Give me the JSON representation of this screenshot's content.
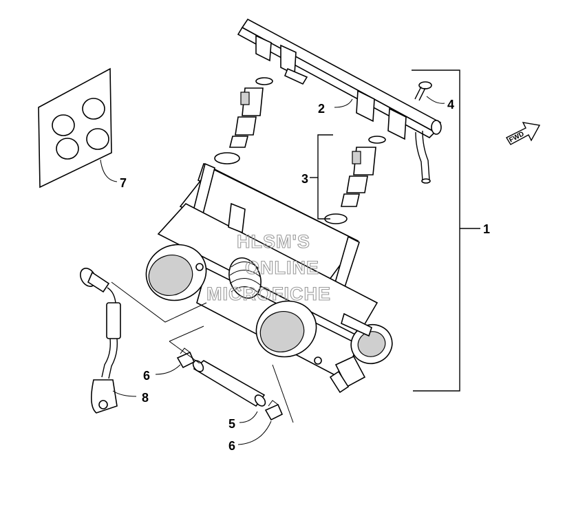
{
  "callouts": {
    "c1": "1",
    "c2": "2",
    "c3": "3",
    "c4": "4",
    "c5": "5",
    "c6a": "6",
    "c6b": "6",
    "c7": "7",
    "c8": "8"
  },
  "watermark": {
    "line1": "HLSM'S",
    "line2": "ONLINE",
    "line3": "MICROFICHE"
  },
  "forward_arrow": {
    "label": "FWD",
    "icon": "forward-arrow-icon"
  }
}
